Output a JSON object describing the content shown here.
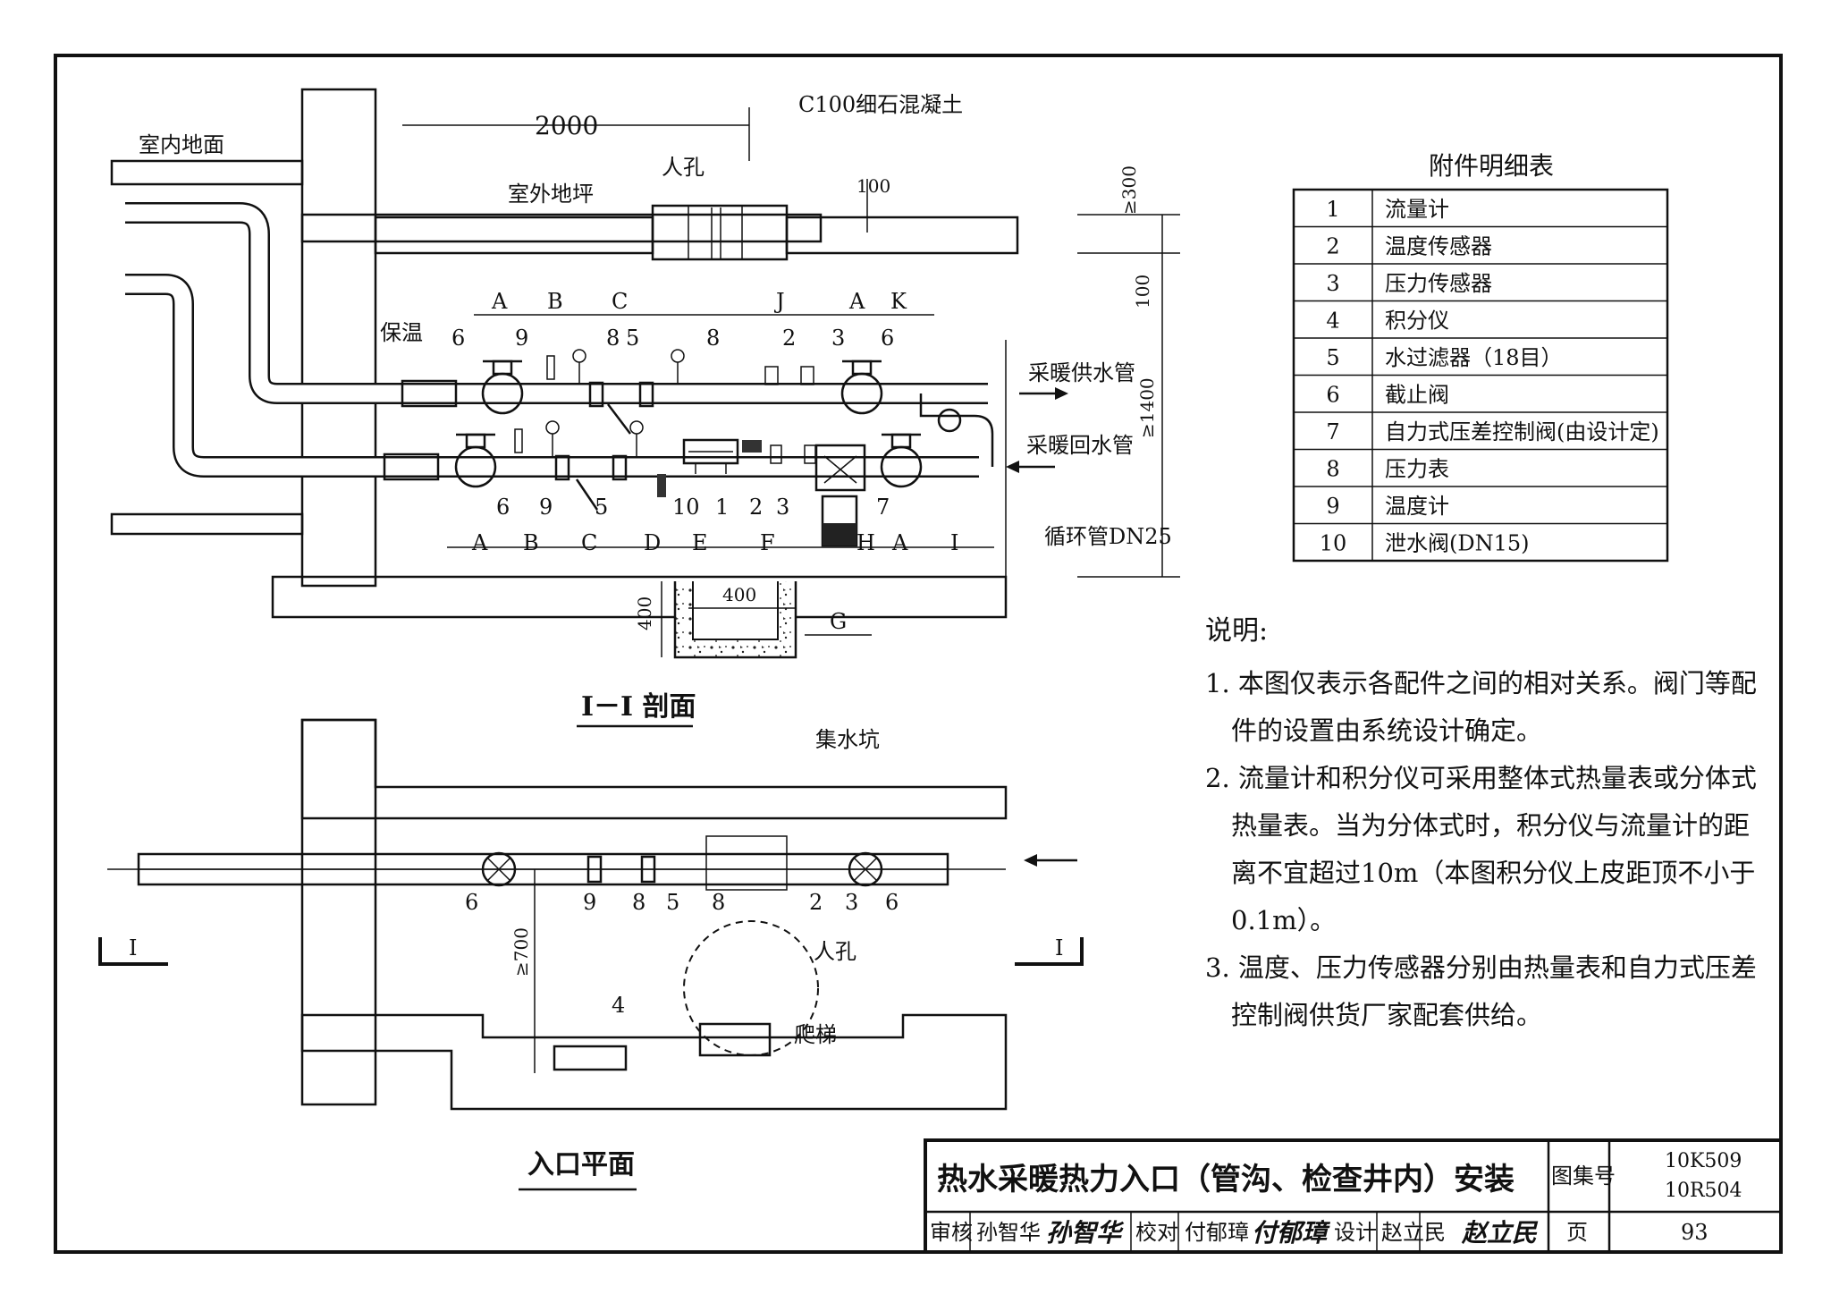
{
  "section_view": {
    "title": "I－I 剖面",
    "labels": {
      "indoor_floor": "室内地面",
      "outdoor_floor": "室外地坪",
      "manhole": "人孔",
      "concrete": "C100细石混凝土",
      "insulation": "保温",
      "supply_pipe": "采暖供水管",
      "return_pipe": "采暖回水管",
      "circ_pipe": "循环管DN25"
    },
    "dims": {
      "d2000": "2000",
      "d100_top": "100",
      "d300": "≥300",
      "d100": "100",
      "d1400": "≥1400",
      "d400_w": "400",
      "d400_h": "400"
    },
    "upper_segments": [
      "A",
      "B",
      "C",
      "J",
      "A",
      "K"
    ],
    "lower_segments": [
      "A",
      "B",
      "C",
      "D",
      "E",
      "F",
      "H",
      "A",
      "I"
    ],
    "pit_segment": "G",
    "upper_callouts": [
      "6",
      "9",
      "8",
      "5",
      "8",
      "2",
      "3",
      "6"
    ],
    "lower_callouts": [
      "6",
      "9",
      "5",
      "10",
      "1",
      "2",
      "3",
      "7"
    ]
  },
  "plan_view": {
    "title": "入口平面",
    "labels": {
      "sump": "集水坑",
      "manhole": "人孔",
      "ladder": "爬梯"
    },
    "callouts": [
      "6",
      "9",
      "8",
      "5",
      "8",
      "2",
      "3",
      "6"
    ],
    "integrator_callout": "4",
    "d700": "≥700",
    "section_mark": "I"
  },
  "parts_table": {
    "title": "附件明细表",
    "rows": [
      {
        "no": "1",
        "name": "流量计"
      },
      {
        "no": "2",
        "name": "温度传感器"
      },
      {
        "no": "3",
        "name": "压力传感器"
      },
      {
        "no": "4",
        "name": "积分仪"
      },
      {
        "no": "5",
        "name": "水过滤器（18目）"
      },
      {
        "no": "6",
        "name": "截止阀"
      },
      {
        "no": "7",
        "name": "自力式压差控制阀(由设计定)"
      },
      {
        "no": "8",
        "name": "压力表"
      },
      {
        "no": "9",
        "name": "温度计"
      },
      {
        "no": "10",
        "name": "泄水阀(DN15)"
      }
    ]
  },
  "notes": {
    "heading": "说明:",
    "lines": [
      "1. 本图仅表示各配件之间的相对关系。阀门等配",
      "件的设置由系统设计确定。",
      "2. 流量计和积分仪可采用整体式热量表或分体式",
      "热量表。当为分体式时，积分仪与流量计的距",
      "离不宜超过10m（本图积分仪上皮距顶不小于",
      "0.1m）。",
      "3. 温度、压力传感器分别由热量表和自力式压差",
      "控制阀供货厂家配套供给。"
    ]
  },
  "title_block": {
    "title": "热水采暖热力入口（管沟、检查井内）安装",
    "atlas_label": "图集号",
    "atlas_no_1": "10K509",
    "atlas_no_2": "10R504",
    "review_label": "审核",
    "reviewer": "孙智华",
    "check_label": "校对",
    "checker": "付郁璋",
    "design_label": "设计",
    "designer": "赵立民",
    "page_label": "页",
    "page_no": "93"
  }
}
